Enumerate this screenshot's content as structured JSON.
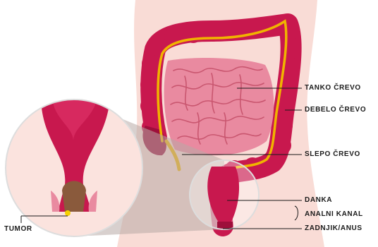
{
  "labels": {
    "small_intestine": "TANKO ČREVO",
    "large_intestine": "DEBELO ČREVO",
    "appendix": "SLEPO ČREVO",
    "rectum": "DANKA",
    "anal_canal": "ANALNI KANAL",
    "anus": "ZADNJIK/ANUS",
    "tumor": "TUMOR"
  },
  "colors": {
    "body": "#f9dcd6",
    "colon": "#c8184e",
    "colon_dark": "#9e0f3b",
    "colon_fold": "#e1366a",
    "small_intestine": "#e98aa0",
    "small_intestine_dark": "#c9566f",
    "taenia": "#f0b400",
    "feces": "#8a5a3c",
    "tumor": "#f5d000",
    "magnifier_fill": "#fbe3de",
    "lens_beam": "#b8a9a6",
    "leader_line": "#1a1a1a"
  }
}
